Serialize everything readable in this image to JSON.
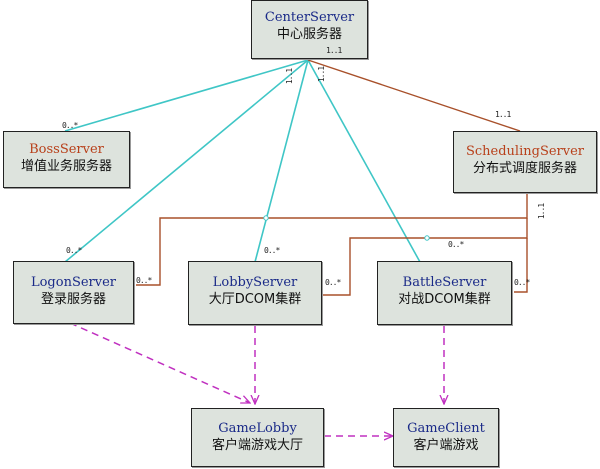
{
  "nodes": {
    "center": {
      "en": "CenterServer",
      "cn": "中心服务器",
      "color": "#1a2a88"
    },
    "boss": {
      "en": "BossServer",
      "cn": "增值业务服务器",
      "color": "#b8401a"
    },
    "scheduling": {
      "en": "SchedulingServer",
      "cn": "分布式调度服务器",
      "color": "#b8401a"
    },
    "logon": {
      "en": "LogonServer",
      "cn": "登录服务器",
      "color": "#1a2a88"
    },
    "lobby": {
      "en": "LobbyServer",
      "cn": "大厅DCOM集群",
      "color": "#1a2a88"
    },
    "battle": {
      "en": "BattleServer",
      "cn": "对战DCOM集群",
      "color": "#1a2a88"
    },
    "gamelobby": {
      "en": "GameLobby",
      "cn": "客户端游戏大厅",
      "color": "#1a2a88"
    },
    "gameclient": {
      "en": "GameClient",
      "cn": "客户端游戏",
      "color": "#1a2a88"
    }
  },
  "multiplicity": {
    "center_a": "1..1",
    "center_b": "1..1",
    "center_c": "1..1",
    "scheduling_top": "1..1",
    "scheduling_side": "1..1",
    "boss": "0..*",
    "logon_top": "0..*",
    "logon_right": "0..*",
    "lobby_top": "0..*",
    "lobby_right": "0..*",
    "battle_top": "0..*",
    "battle_right": "0..*"
  },
  "colors": {
    "association_cyan": "#3fc6c6",
    "association_brown": "#a8502a",
    "dependency_magenta": "#c030c0",
    "node_fill": "#dde3dd"
  }
}
